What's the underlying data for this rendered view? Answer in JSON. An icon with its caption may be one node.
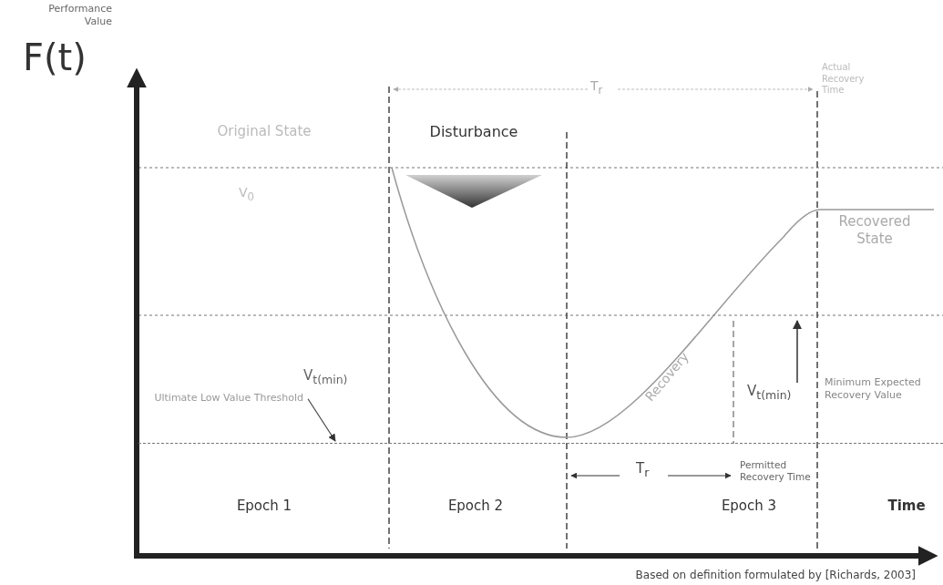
{
  "diagram": {
    "nodes": [
      {
        "text": [
          "Ultimate Low Value Threshold"
        ]
      },
      {
        "text": [],
        "shape": "line"
      }
    ],
    "edges": [
      {
        "from": 0,
        "to": 1,
        "arrow": "to"
      }
    ],
    "labels": [
      "Performance Value",
      "F(t)",
      "T$_{r}$",
      "Actual Recovery Time",
      "Original State",
      "Disturbance",
      "V$_{0}$",
      "Recovered State",
      "Recovery",
      "V$_{t(min)}$",
      "V$_{t(min)}$",
      "Minimum Expected Recovery Value",
      "T$_{r}$",
      "Permitted Recovery Time",
      "Epoch 1",
      "Epoch 2",
      "Epoch 3",
      "Time",
      "Based on definition formulated by [Richards, 2003]"
    ]
  }
}
